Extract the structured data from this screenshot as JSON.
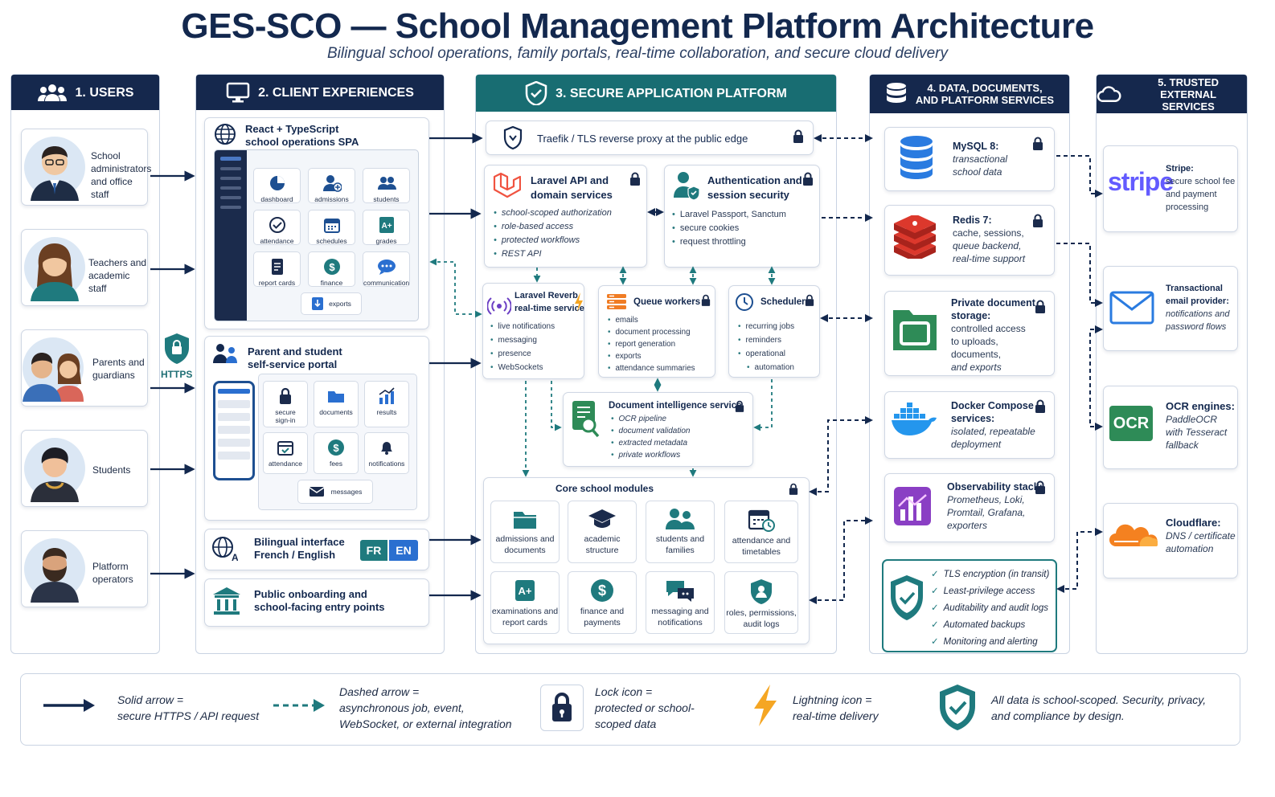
{
  "title": "GES-SCO — School Management Platform Architecture",
  "subtitle": "Bilingual school operations, family portals, real-time collaboration, and secure cloud delivery",
  "columns": {
    "users": "1. USERS",
    "clients": "2. CLIENT EXPERIENCES",
    "platform": "3. SECURE APPLICATION PLATFORM",
    "data_l1": "4. DATA, DOCUMENTS,",
    "data_l2": "AND PLATFORM SERVICES",
    "ext_l1": "5. TRUSTED EXTERNAL",
    "ext_l2": "SERVICES"
  },
  "users": [
    {
      "l1": "School",
      "l2": "administrators",
      "l3": "and office staff"
    },
    {
      "l1": "Teachers and",
      "l2": "academic staff",
      "l3": ""
    },
    {
      "l1": "Parents and",
      "l2": "guardians",
      "l3": ""
    },
    {
      "l1": "Students",
      "l2": "",
      "l3": ""
    },
    {
      "l1": "Platform",
      "l2": "operators",
      "l3": ""
    }
  ],
  "https_label": "HTTPS",
  "spa": {
    "title_l1": "React + TypeScript",
    "title_l2": "school operations SPA",
    "tiles": [
      "dashboard",
      "admissions",
      "students",
      "attendance",
      "schedules",
      "grades",
      "report cards",
      "finance",
      "communication",
      "exports"
    ]
  },
  "portal": {
    "title_l1": "Parent and student",
    "title_l2": "self-service portal",
    "tiles_l1": [
      "secure",
      "documents",
      "results",
      "attendance",
      "fees",
      "notifications",
      "messages"
    ],
    "tile_sub": "sign-in"
  },
  "bilingual": {
    "l1": "Bilingual interface",
    "l2": "French / English",
    "fr": "FR",
    "en": "EN"
  },
  "onboarding": {
    "l1": "Public onboarding and",
    "l2": "school-facing entry points"
  },
  "traefik": "Traefik / TLS reverse proxy at the public edge",
  "laravel": {
    "t1": "Laravel API and",
    "t2": "domain services",
    "items": [
      "school-scoped authorization",
      "role-based access",
      "protected workflows",
      "REST API"
    ]
  },
  "auth": {
    "t1": "Authentication and",
    "t2": "session security",
    "items": [
      "Laravel Passport, Sanctum",
      "secure cookies",
      "request throttling"
    ]
  },
  "reverb": {
    "t1": "Laravel Reverb",
    "t2": "real-time service",
    "items": [
      "live notifications",
      "messaging",
      "presence",
      "WebSockets"
    ]
  },
  "queue": {
    "t1": "Queue workers",
    "items": [
      "emails",
      "document processing",
      "report generation",
      "exports",
      "attendance summaries"
    ]
  },
  "scheduler": {
    "t1": "Scheduler",
    "items": [
      "recurring jobs",
      "reminders",
      "operational",
      "automation"
    ]
  },
  "docint": {
    "t1": "Document intelligence service",
    "items": [
      "OCR pipeline",
      "document validation",
      "extracted metadata",
      "private workflows"
    ]
  },
  "core": {
    "title": "Core school modules",
    "modules": [
      {
        "l1": "admissions and",
        "l2": "documents"
      },
      {
        "l1": "academic",
        "l2": "structure"
      },
      {
        "l1": "students and",
        "l2": "families"
      },
      {
        "l1": "attendance and",
        "l2": "timetables"
      },
      {
        "l1": "examinations and",
        "l2": "report cards"
      },
      {
        "l1": "finance and",
        "l2": "payments"
      },
      {
        "l1": "messaging and",
        "l2": "notifications"
      },
      {
        "l1": "roles, permissions,",
        "l2": "audit logs"
      }
    ]
  },
  "data": [
    {
      "t": "MySQL 8:",
      "l": [
        "transactional",
        "school data"
      ]
    },
    {
      "t": "Redis 7:",
      "l": [
        "cache, sessions,",
        "queue backend,",
        "real-time support"
      ]
    },
    {
      "t": "Private document storage:",
      "l": [
        "controlled access",
        "to uploads,",
        "documents,",
        "and exports"
      ]
    },
    {
      "t": "Docker Compose services:",
      "l": [
        "isolated, repeatable",
        "deployment"
      ]
    },
    {
      "t": "Observability stack:",
      "l": [
        "Prometheus, Loki,",
        "Promtail, Grafana,",
        "exporters"
      ]
    }
  ],
  "security": [
    "TLS encryption (in transit)",
    "Least-privilege access",
    "Auditability and audit logs",
    "Automated backups",
    "Monitoring and alerting"
  ],
  "external": [
    {
      "t": "Stripe:",
      "l": [
        "secure school fee",
        "and payment",
        "processing"
      ],
      "logo": "stripe"
    },
    {
      "t": "Transactional",
      "t2": "email provider:",
      "l": [
        "notifications and",
        "password flows"
      ]
    },
    {
      "t": "OCR engines:",
      "l": [
        "PaddleOCR",
        "with Tesseract",
        "fallback"
      ],
      "logo": "OCR"
    },
    {
      "t": "Cloudflare:",
      "l": [
        "DNS / certificate",
        "automation"
      ]
    }
  ],
  "legend": {
    "solid_l1": "Solid arrow =",
    "solid_l2": "secure HTTPS / API request",
    "dashed_l1": "Dashed arrow =",
    "dashed_l2": "asynchronous job, event,",
    "dashed_l3": "WebSocket, or external integration",
    "lock_l1": "Lock icon =",
    "lock_l2": "protected or school-",
    "lock_l3": "scoped data",
    "bolt_l1": "Lightning icon =",
    "bolt_l2": "real-time delivery",
    "scope_l1": "All data is school-scoped. Security, privacy,",
    "scope_l2": "and compliance by design."
  },
  "colors": {
    "navy": "#15284d",
    "teal": "#186d72",
    "accent_teal": "#2a7a7f",
    "arrow": "#13284e"
  }
}
